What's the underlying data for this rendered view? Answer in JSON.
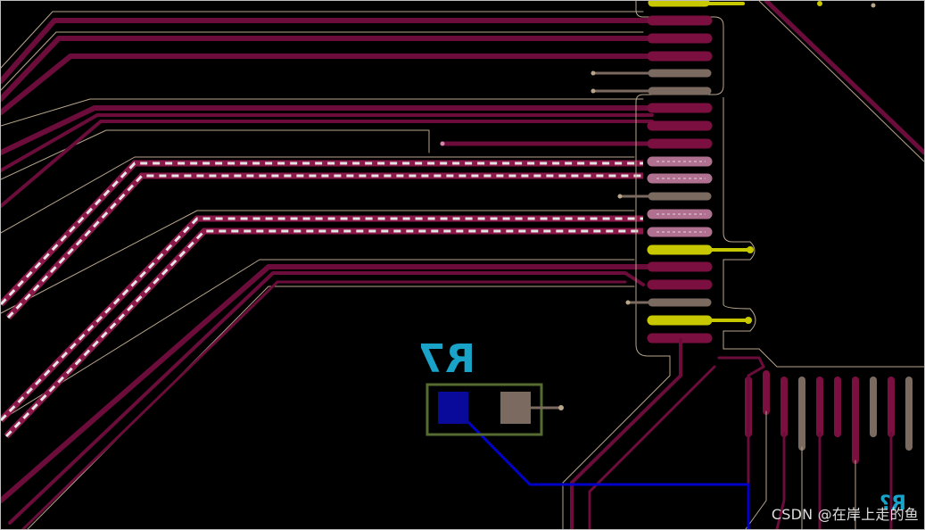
{
  "canvas": {
    "background": "#000000",
    "colors": {
      "trace_top": "#6b0c3b",
      "trace_outline": "#b8a58a",
      "pad_top": "#7a0f40",
      "pad_yellow": "#c8c800",
      "pad_gray": "#7b6a60",
      "diff_pair": "#e5e5e5",
      "route_blue": "#0000c8",
      "component_outline": "#556b2f",
      "silkscreen": "#1aa3c9"
    }
  },
  "component": {
    "designator": "R7",
    "pad1_color": "#0a0a9a",
    "pad2_color": "#7b6a60"
  },
  "corner_designator": "R?",
  "watermark": "CSDN @在岸上走的鱼"
}
